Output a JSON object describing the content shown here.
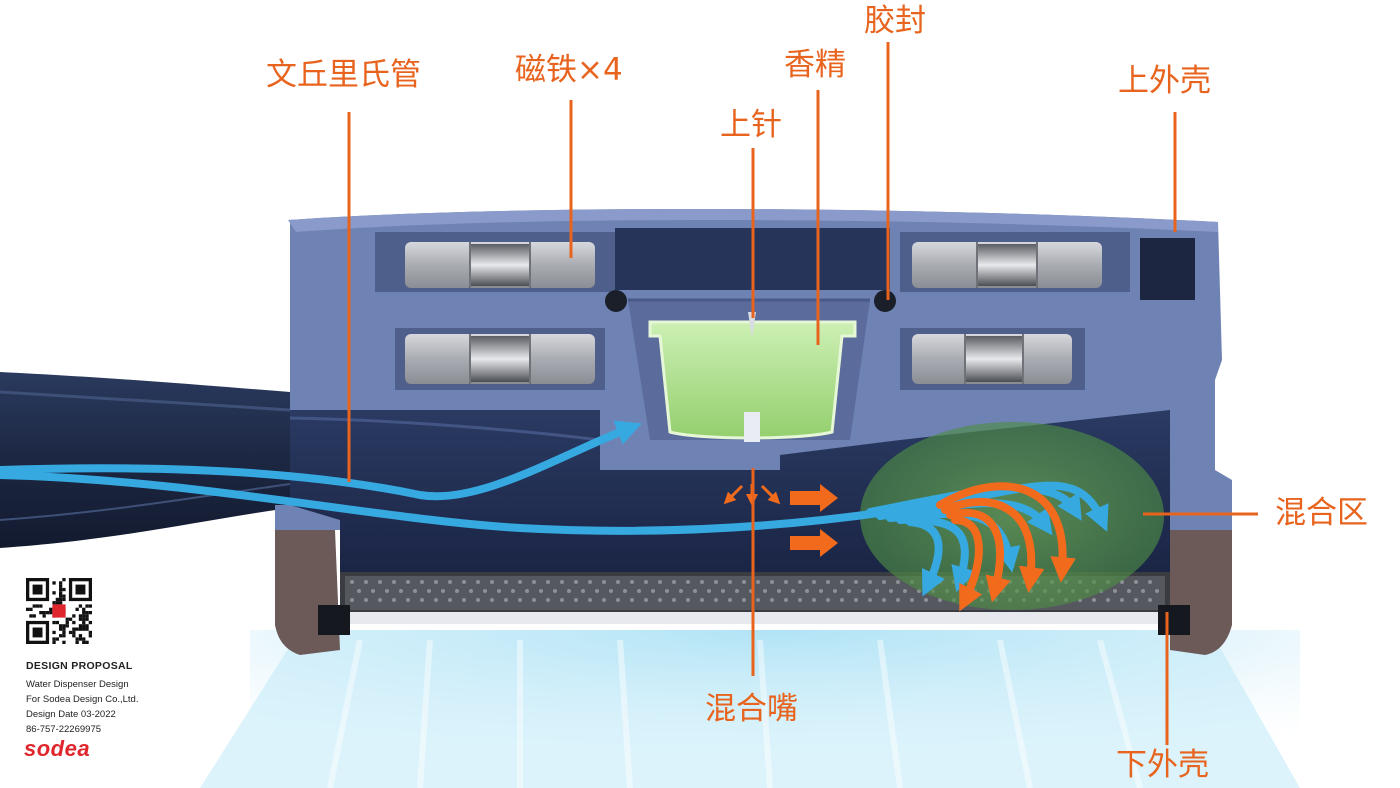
{
  "labels": {
    "venturi_tube": "文丘里氏管",
    "magnets": "磁铁×4",
    "fragrance": "香精",
    "seal": "胶封",
    "upper_needle": "上针",
    "upper_shell": "上外壳",
    "mixing_zone": "混合区",
    "mixing_nozzle": "混合嘴",
    "lower_shell": "下外壳"
  },
  "info": {
    "title": "DESIGN PROPOSAL",
    "line1": "Water Dispenser Design",
    "line2": "For Sodea Design Co.,Ltd.",
    "line3": "Design Date 03-2022",
    "phone": "86-757-22269975",
    "brand": "sodea"
  },
  "colors": {
    "label": "#e8641e",
    "leader": "#e8641e",
    "flow_water": "#36a9e1",
    "flow_mix": "#f26b1d",
    "housing": "#6f82b4",
    "fragrance_cup": "#b9e59a",
    "mixing_zone": "#5f9e4c",
    "spray": "#9ddcf2",
    "brand": "#e0262d"
  }
}
